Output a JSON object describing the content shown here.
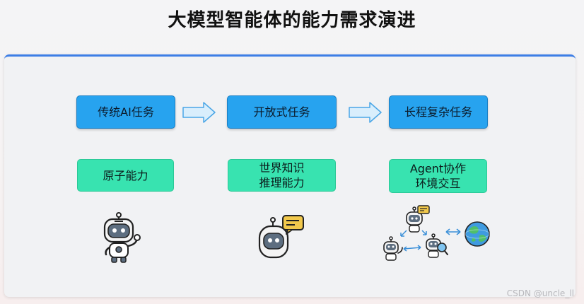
{
  "title": "大模型智能体的能力需求演进",
  "tasks": [
    "传统AI任务",
    "开放式任务",
    "长程复杂任务"
  ],
  "abilities": [
    "原子能力",
    "世界知识\n推理能力",
    "Agent协作\n环境交互"
  ],
  "watermark": "CSDN @uncle_ll",
  "colors": {
    "task_fill": "#27a3ef",
    "ability_fill": "#38e3b0",
    "panel_border": "#3d7ee6",
    "speech_bubble": "#f2c94c"
  },
  "icons": [
    "arrow-right-icon",
    "robot-icon",
    "speech-bubble-icon",
    "magnifier-icon",
    "globe-icon",
    "double-arrow-icon"
  ]
}
